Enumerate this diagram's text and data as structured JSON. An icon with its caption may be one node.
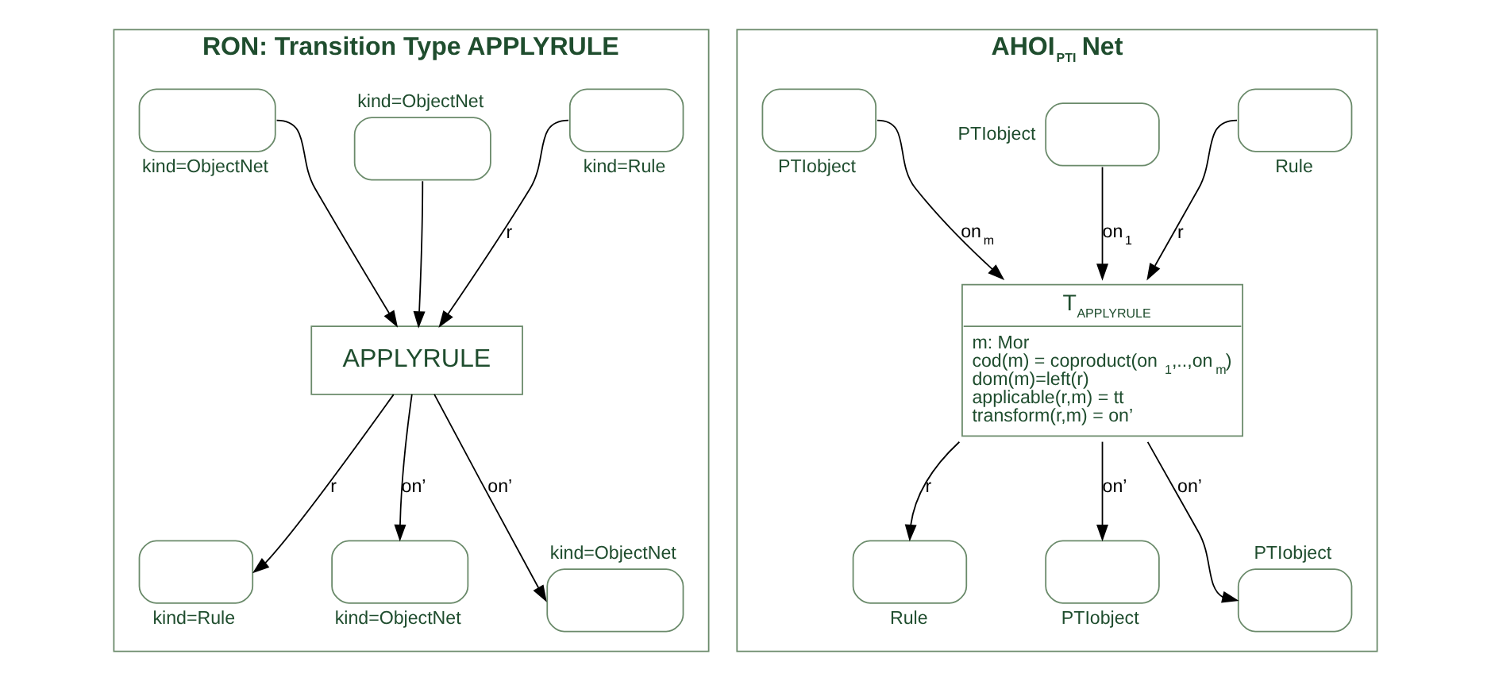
{
  "diagram": {
    "nodes": [
      {
        "text": [
          "RON: Transition Type APPLYRULE"
        ]
      },
      {
        "text": [],
        "shape": "oval",
        "beside": [
          "kind=Rule"
        ],
        "in": 0
      },
      {
        "text": [],
        "shape": "oval",
        "beside": [
          "kind=ObjectNet"
        ],
        "in": 0
      },
      {
        "text": [],
        "shape": "oval",
        "beside": [
          "kind=ObjectNet"
        ],
        "in": 0
      },
      {
        "text": [
          "APPLYRULE"
        ],
        "in": 0
      },
      {
        "text": [],
        "shape": "oval",
        "beside": [
          "kind=Rule"
        ],
        "in": 0
      },
      {
        "text": [],
        "shape": "oval",
        "beside": [
          "kind=ObjectNet"
        ],
        "in": 0
      },
      {
        "text": [],
        "shape": "oval",
        "beside": [
          "kind=ObjectNet"
        ],
        "in": 0
      },
      {
        "text": [
          "AHOI$_{PTI}$ Net"
        ]
      },
      {
        "text": [],
        "shape": "oval",
        "beside": [
          "Rule"
        ],
        "in": 8
      },
      {
        "text": [],
        "shape": "oval",
        "beside": [
          "PTIobject"
        ],
        "in": 8
      },
      {
        "text": [],
        "shape": "oval",
        "beside": [
          "PTIobject"
        ],
        "in": 8
      },
      {
        "text": [
          "T$_{APPLYRULE}$",
          "m: Mor",
          "cod(m) = coproduct(on$_{1}$,..,on$_{m}$)",
          "dom(m)=left(r)",
          "applicable(r,m) = tt",
          "transform(r,m) = on’"
        ],
        "in": 8
      },
      {
        "text": [],
        "shape": "oval",
        "beside": [
          "Rule"
        ],
        "in": 8
      },
      {
        "text": [],
        "shape": "oval",
        "beside": [
          "PTIobject"
        ],
        "in": 8
      },
      {
        "text": [],
        "shape": "oval",
        "beside": [
          "PTIobject"
        ],
        "in": 8
      }
    ],
    "edges": [
      {
        "from": 1,
        "to": 4,
        "arrow": "to",
        "label": "r"
      },
      {
        "from": 2,
        "to": 4,
        "arrow": "to"
      },
      {
        "from": 3,
        "to": 4,
        "arrow": "to"
      },
      {
        "from": 4,
        "to": 5,
        "arrow": "to",
        "label": "r"
      },
      {
        "from": 4,
        "to": 6,
        "arrow": "to",
        "label": "on’"
      },
      {
        "from": 4,
        "to": 7,
        "arrow": "to",
        "label": "on’"
      },
      {
        "from": 9,
        "to": 12,
        "arrow": "to",
        "label": "r"
      },
      {
        "from": 10,
        "to": 12,
        "arrow": "to",
        "label": "on$_{1}$"
      },
      {
        "from": 11,
        "to": 12,
        "arrow": "to",
        "label": "on$_{m}$"
      },
      {
        "from": 12,
        "to": 13,
        "arrow": "to",
        "label": "r"
      },
      {
        "from": 12,
        "to": 14,
        "arrow": "to",
        "label": "on’"
      },
      {
        "from": 12,
        "to": 15,
        "arrow": "to",
        "label": "on’"
      }
    ]
  }
}
